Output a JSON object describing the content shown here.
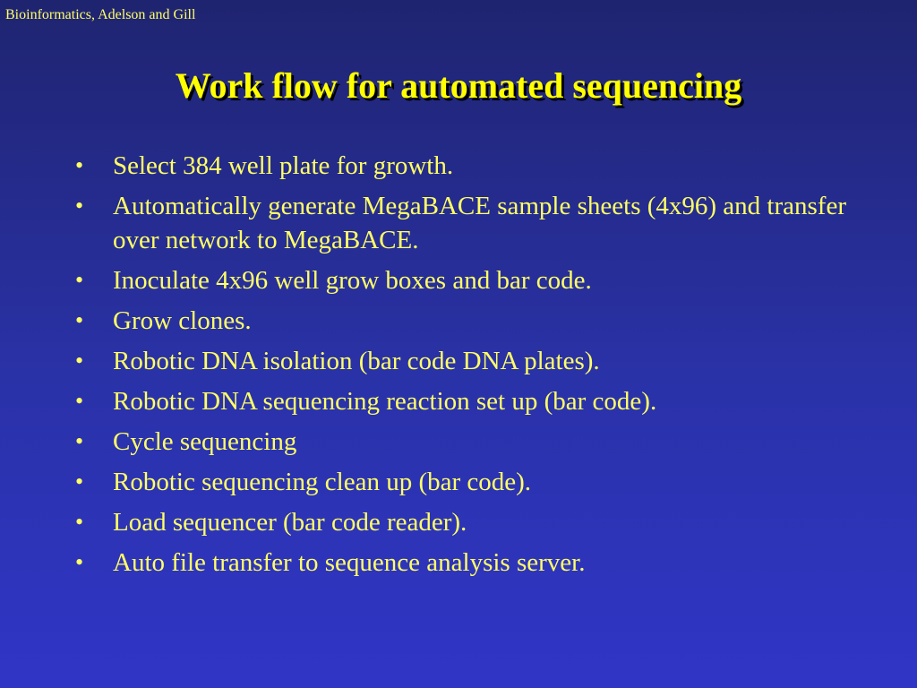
{
  "slide": {
    "header_note": "Bioinformatics, Adelson and Gill",
    "title": "Work flow for automated sequencing",
    "bullet_symbol": "•",
    "bullets": [
      "Select 384 well plate for growth.",
      "Automatically generate MegaBACE sample sheets (4x96) and transfer over network to MegaBACE.",
      "Inoculate 4x96 well grow boxes and bar code.",
      "Grow clones.",
      "Robotic DNA isolation (bar code DNA plates).",
      "Robotic DNA sequencing reaction set up (bar code).",
      "Cycle sequencing",
      "Robotic sequencing clean up (bar code).",
      "Load sequencer (bar code reader).",
      "Auto file transfer to sequence analysis server."
    ],
    "colors": {
      "background_top": "#1f2470",
      "background_bottom": "#3035c6",
      "title": "#ffff00",
      "text": "#ffff66"
    }
  }
}
